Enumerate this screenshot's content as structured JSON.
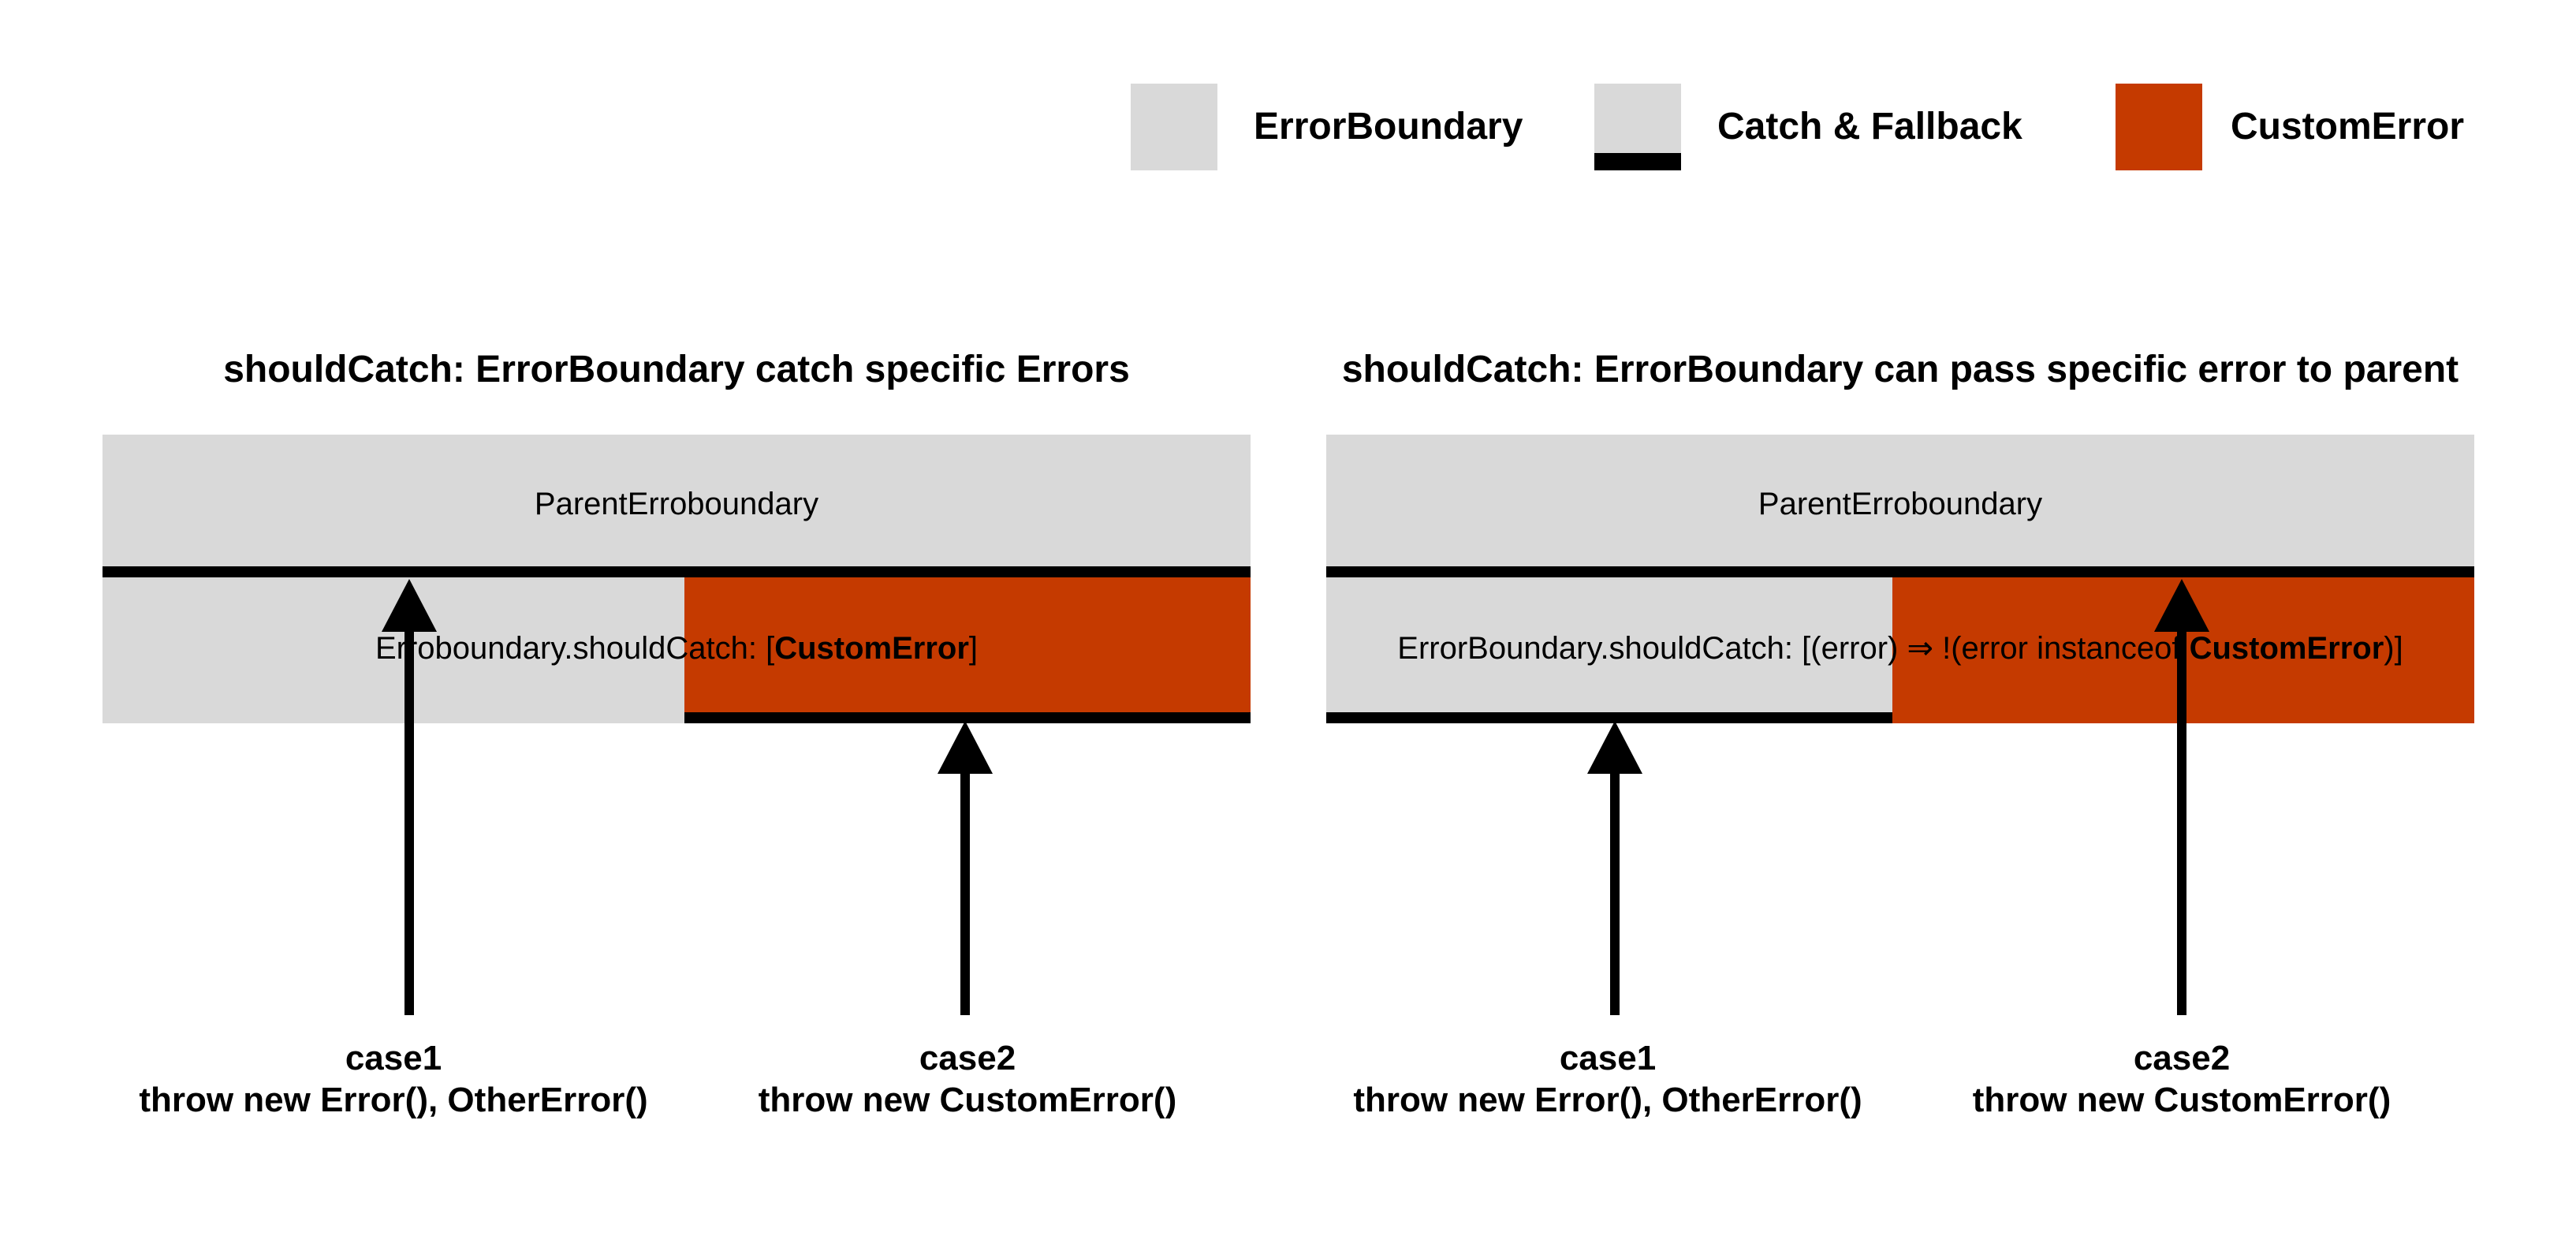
{
  "legend": {
    "items": [
      {
        "label": "ErrorBoundary",
        "color": "#d9d9d9"
      },
      {
        "label": "Catch & Fallback",
        "color": "#d9d9d9"
      },
      {
        "label": "CustomError",
        "color": "#c53a00"
      }
    ]
  },
  "panel_left": {
    "title": "shouldCatch: ErrorBoundary catch specific Errors",
    "parent_label": "ParentErroboundary",
    "child_label_prefix": "Erroboundary.shouldCatch: [",
    "child_label_bold": "CustomError",
    "child_label_suffix": "]",
    "case1_title": "case1",
    "case1_desc": "throw new Error(), OtherError()",
    "case2_title": "case2",
    "case2_desc": "throw new CustomError()"
  },
  "panel_right": {
    "title": "shouldCatch: ErrorBoundary can pass specific error to parent",
    "parent_label": "ParentErroboundary",
    "child_label_prefix": "ErrorBoundary.shouldCatch: [(error) ⇒ !(error instanceof ",
    "child_label_bold": "CustomError",
    "child_label_suffix": ")]",
    "case1_title": "case1",
    "case1_desc": "throw new Error(), OtherError()",
    "case2_title": "case2",
    "case2_desc": "throw new CustomError()"
  },
  "colors": {
    "error_boundary": "#d9d9d9",
    "custom_error": "#c53a00",
    "catch_bar": "#000000"
  }
}
